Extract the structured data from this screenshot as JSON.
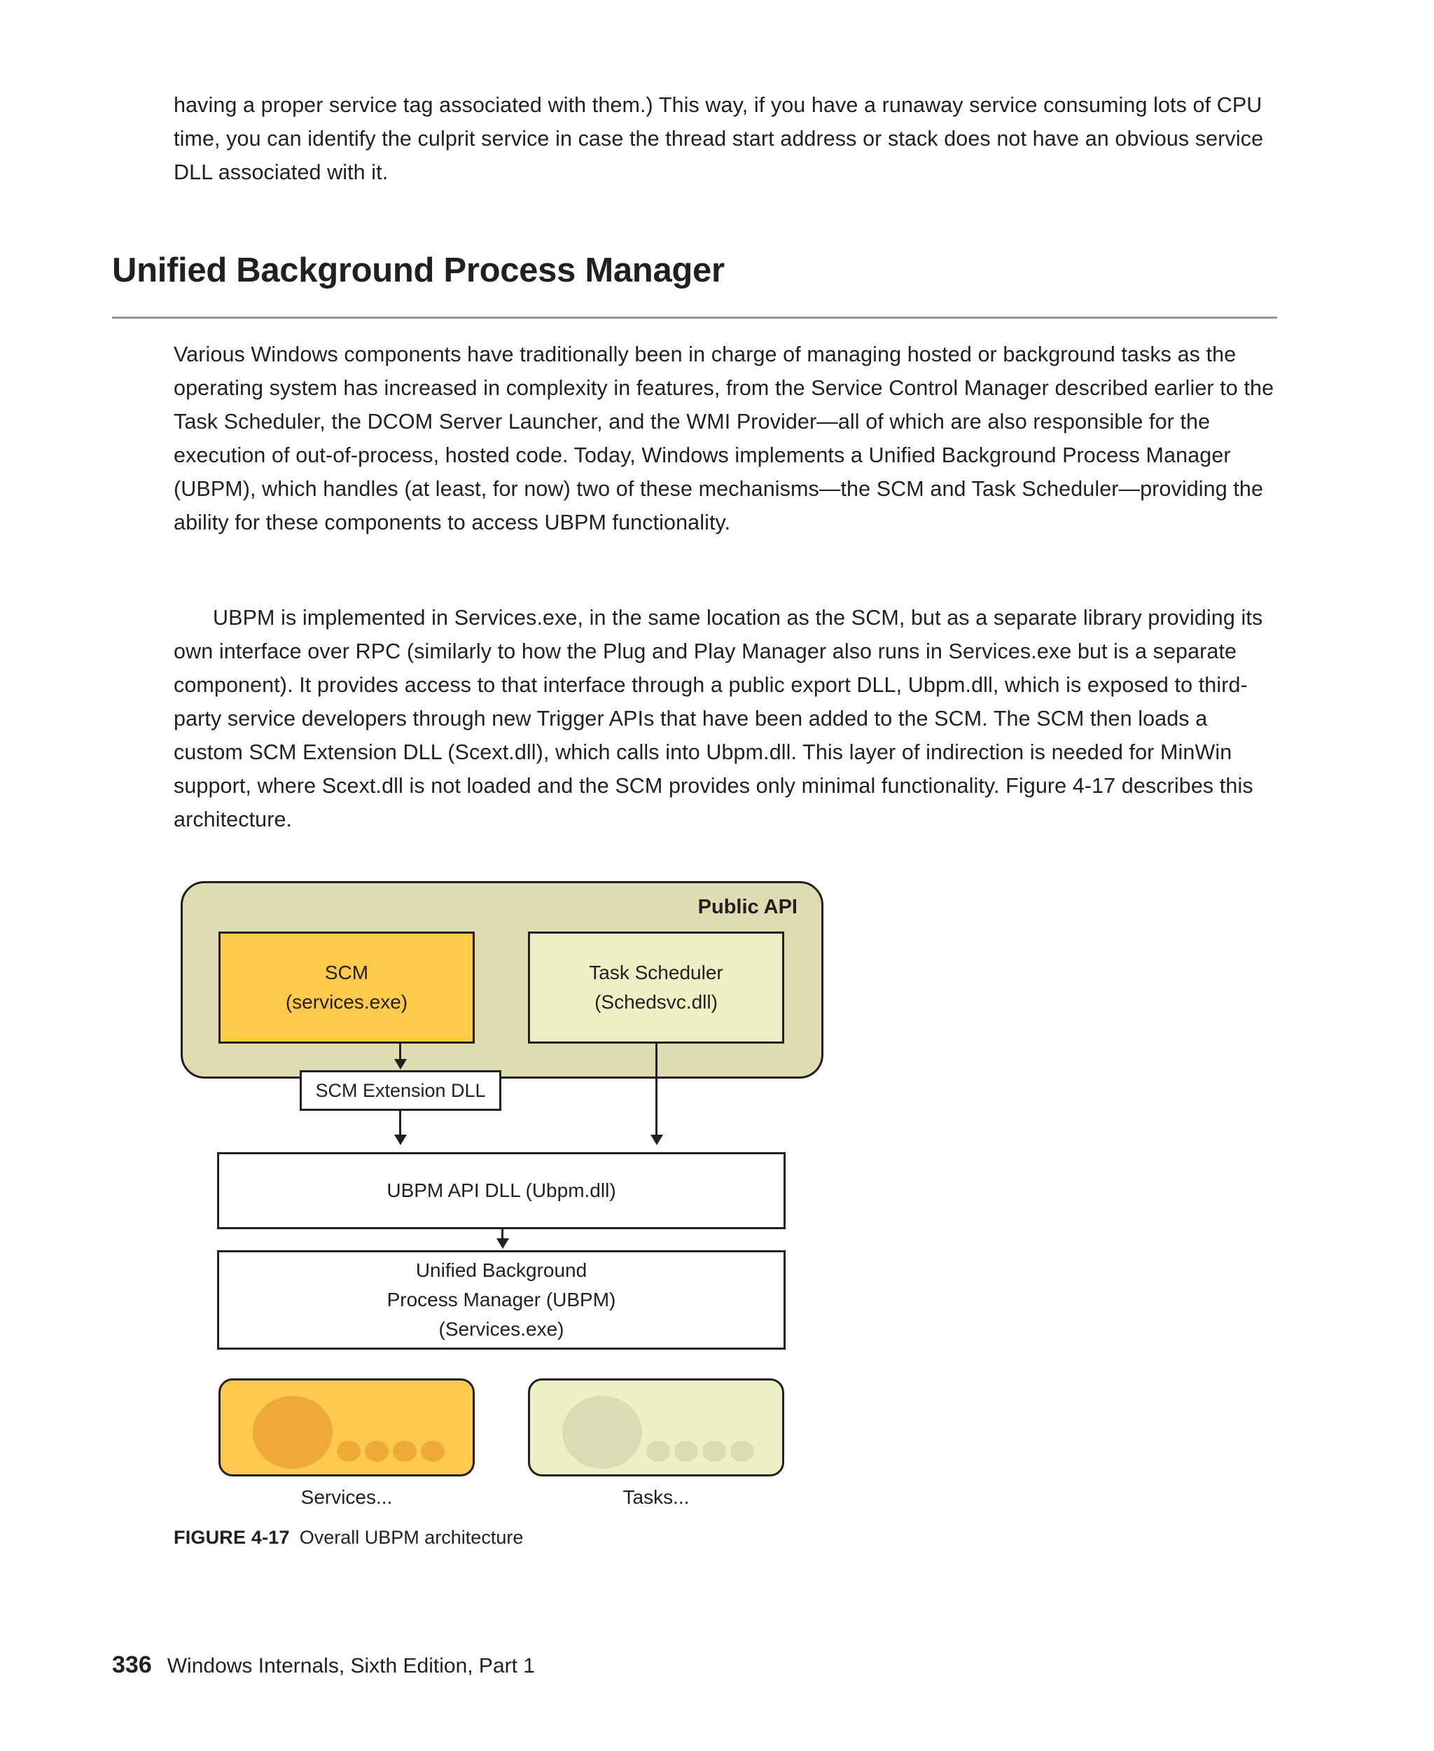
{
  "document": {
    "section_heading": "Unified Background Process Manager",
    "paragraphs": [
      "having a proper service tag associated with them.) This way, if you have a runaway service consuming lots of CPU time, you can identify the culprit service in case the thread start address or stack does not have an obvious service DLL associated with it.",
      "Various Windows components have traditionally been in charge of managing hosted or background tasks as the operating system has increased in complexity in features, from the Service Control Manager described earlier to the Task Scheduler, the DCOM Server Launcher, and the WMI Provider—all of which are also responsible for the execution of out-of-process, hosted code. Today, Windows implements a Unified Background Process Manager (UBPM), which handles (at least, for now) two of these mechanisms—the SCM and Task Scheduler—providing the ability for these components to access UBPM functionality.",
      "UBPM is implemented in Services.exe, in the same location as the SCM, but as a separate library providing its own interface over RPC (similarly to how the Plug and Play Manager also runs in Services.exe but is a separate component). It provides access to that interface through a public export DLL, Ubpm.dll, which is exposed to third-party service developers through new Trigger APIs that have been added to the SCM. The SCM then loads a custom SCM Extension DLL (Scext.dll), which calls into Ubpm.dll. This layer of indirection is needed for MinWin support, where Scext.dll is not loaded and the SCM provides only minimal functionality. Figure 4-17 describes this architecture."
    ]
  },
  "figure": {
    "caption_label": "FIGURE 4-17",
    "caption_text": "Overall UBPM architecture",
    "public_api_label": "Public API",
    "boxes": {
      "scm": {
        "line1": "SCM",
        "line2": "(services.exe)"
      },
      "task_scheduler": {
        "line1": "Task Scheduler",
        "line2": "(Schedsvc.dll)"
      },
      "scm_extension": {
        "label": "SCM Extension DLL"
      },
      "ubpm_api": {
        "label": "UBPM API DLL (Ubpm.dll)"
      },
      "ubpm_manager": {
        "line1": "Unified Background",
        "line2": "Process Manager (UBPM)",
        "line3": "(Services.exe)"
      }
    },
    "cards": {
      "services": {
        "caption": "Services..."
      },
      "tasks": {
        "caption": "Tasks..."
      }
    },
    "colors": {
      "panel_fill": "#dedcb0",
      "scm_fill": "#ffc94a",
      "task_fill": "#eef0c4",
      "services_card_fill": "#fdc94f",
      "services_blob": "#efa937",
      "tasks_card_fill": "#eef0c4",
      "tasks_blob": "#dcdcb4",
      "stroke": "#231f20",
      "rule": "#939598"
    }
  },
  "footer": {
    "page_number": "336",
    "book_title": "Windows Internals, Sixth Edition, Part 1"
  }
}
